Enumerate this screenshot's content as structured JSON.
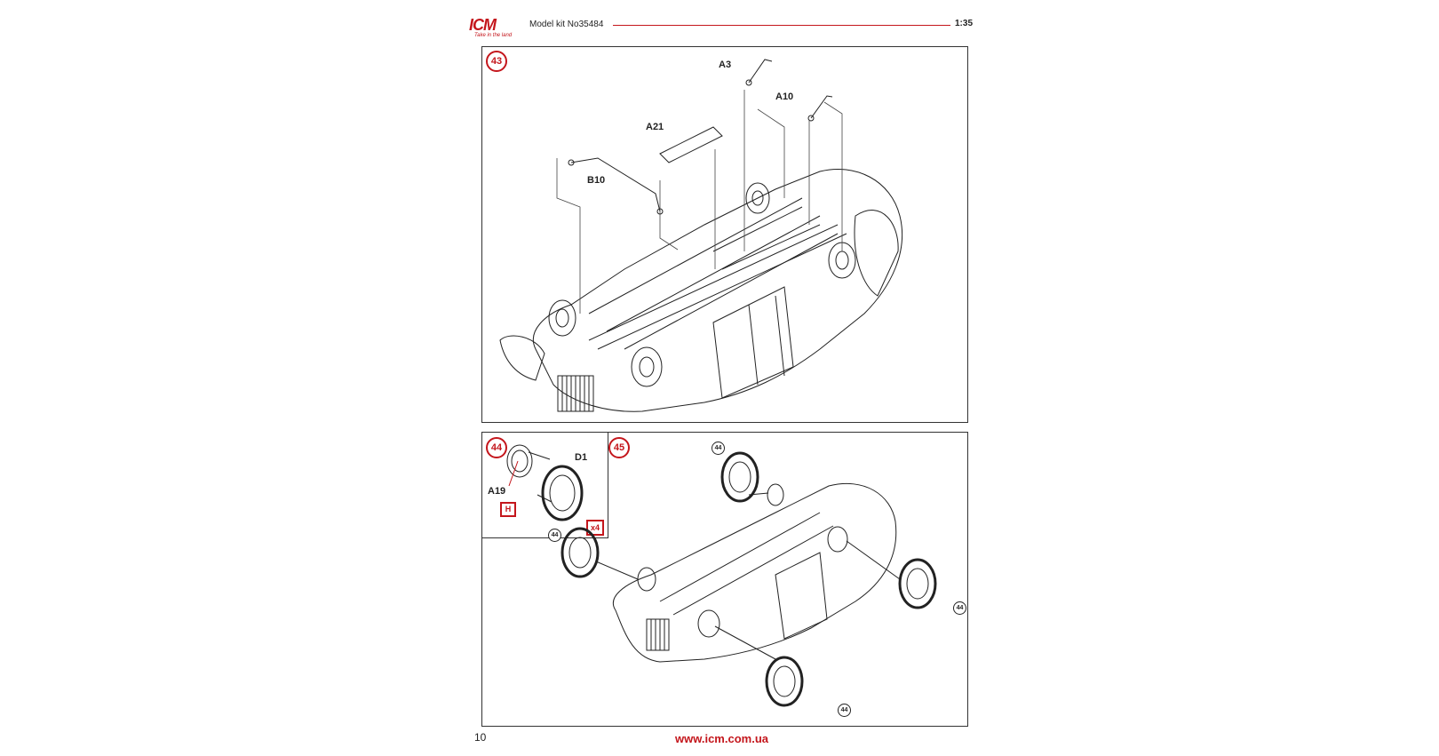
{
  "header": {
    "logo_text": "ICM",
    "logo_tagline": "Take in the land",
    "title": "Model kit No35484",
    "scale": "1:35"
  },
  "steps": {
    "s43": {
      "number": "43",
      "parts": {
        "a3": "A3",
        "a10": "A10",
        "a21": "A21",
        "b10": "B10"
      }
    },
    "s44": {
      "number": "44",
      "parts": {
        "d1": "D1",
        "a19": "A19"
      },
      "glue_marker": "H",
      "quantity": "x4"
    },
    "s45": {
      "number": "45",
      "wheel_ref": "44"
    }
  },
  "footer": {
    "page_number": "10",
    "website": "www.icm.com.ua"
  },
  "colors": {
    "accent": "#c4161c",
    "line": "#333333"
  }
}
